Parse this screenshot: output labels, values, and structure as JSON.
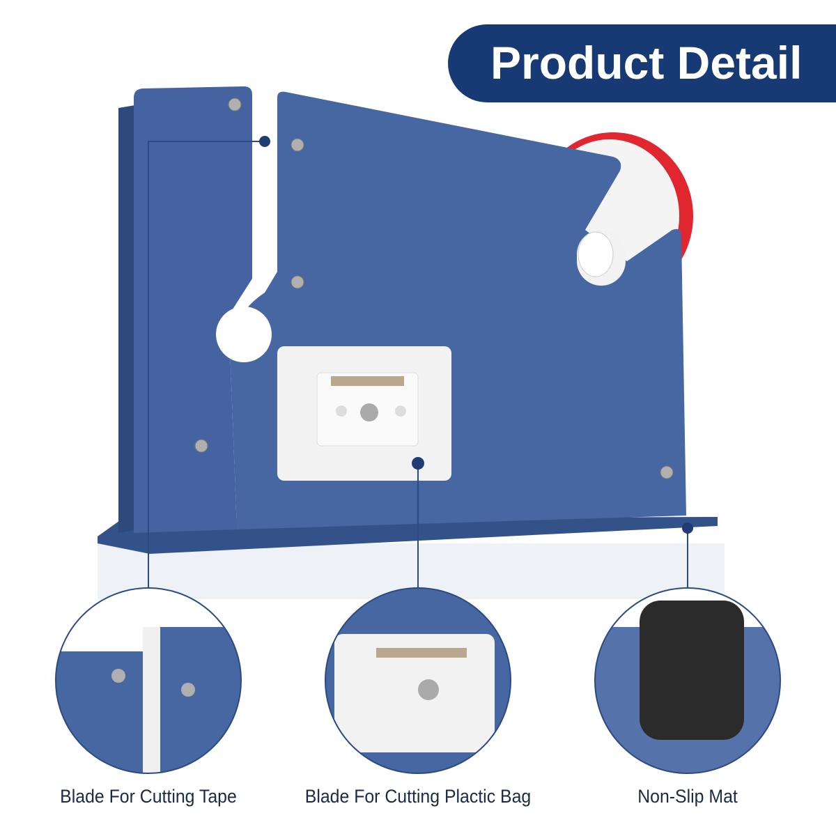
{
  "header": {
    "title": "Product Detail"
  },
  "colors": {
    "banner": "#173a75",
    "body_blue": "#3f5f95",
    "tape_red": "#e0262f",
    "white_parts": "#f2f2f2",
    "mat": "#2b2b2b"
  },
  "details": [
    {
      "label": "Blade For Cutting Tape",
      "icon": "tape-blade-closeup"
    },
    {
      "label": "Blade For Cutting Plactic Bag",
      "icon": "bag-blade-closeup"
    },
    {
      "label": "Non-Slip Mat",
      "icon": "non-slip-mat-closeup"
    }
  ]
}
